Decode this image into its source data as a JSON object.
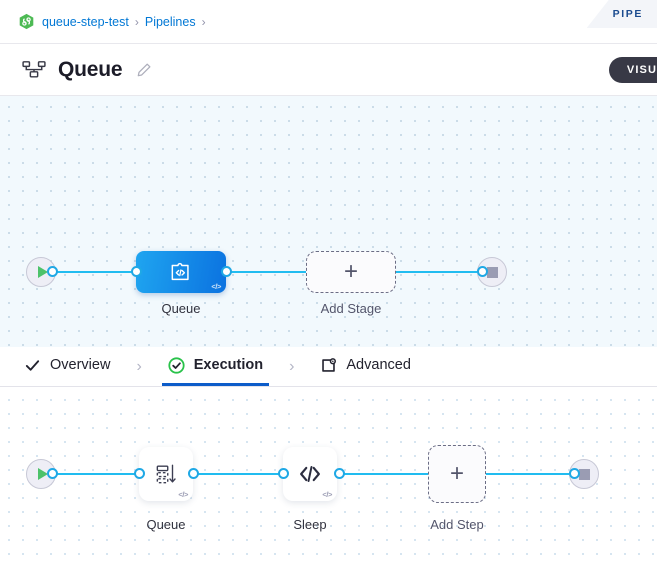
{
  "breadcrumb": {
    "org_icon": "harness-hexagon-icon",
    "items": [
      {
        "label": "queue-step-test",
        "link": true
      },
      {
        "label": "Pipelines",
        "link": true
      }
    ],
    "separator": "›",
    "trailing_separator": "›"
  },
  "corner_tab": {
    "label": "PIPE",
    "full_label": "PIPELINES",
    "color": "#1b4b8f"
  },
  "header": {
    "icon": "pipeline-nodes-icon",
    "title": "Queue",
    "edit_icon": "pencil-edit-icon",
    "visual_button": {
      "label": "VISU",
      "full_label": "VISUAL",
      "bg": "#383946"
    }
  },
  "stage_canvas": {
    "background": "#f2f9fd",
    "edge_color": "#21bcf0",
    "start_node": {
      "name": "start-node",
      "icon": "play-triangle-icon"
    },
    "end_node": {
      "name": "end-node",
      "icon": "stop-square-icon"
    },
    "nodes": [
      {
        "label": "Queue",
        "icon": "puzzle-code-icon",
        "badge": "</>",
        "selected": true,
        "gradient_from": "#1fa5f0",
        "gradient_to": "#0b72e0"
      }
    ],
    "add_node": {
      "label": "Add Stage",
      "icon": "plus-icon"
    }
  },
  "tabs": {
    "items": [
      {
        "label": "Overview",
        "icon": "check-mark-icon",
        "active": false
      },
      {
        "label": "Execution",
        "icon": "green-check-circle-icon",
        "active": true
      },
      {
        "label": "Advanced",
        "icon": "advanced-gear-icon",
        "active": false
      }
    ],
    "separator": "›",
    "active_underline_color": "#0c5cc9"
  },
  "step_canvas": {
    "background": "#ffffff",
    "edge_color": "#21bcf0",
    "start_node": {
      "name": "start-node",
      "icon": "play-triangle-icon"
    },
    "end_node": {
      "name": "end-node",
      "icon": "stop-square-icon"
    },
    "nodes": [
      {
        "label": "Queue",
        "icon": "queue-stack-arrow-icon",
        "badge": "</>"
      },
      {
        "label": "Sleep",
        "icon": "code-brackets-icon",
        "badge": "</>"
      }
    ],
    "add_node": {
      "label": "Add Step",
      "icon": "plus-icon"
    }
  }
}
